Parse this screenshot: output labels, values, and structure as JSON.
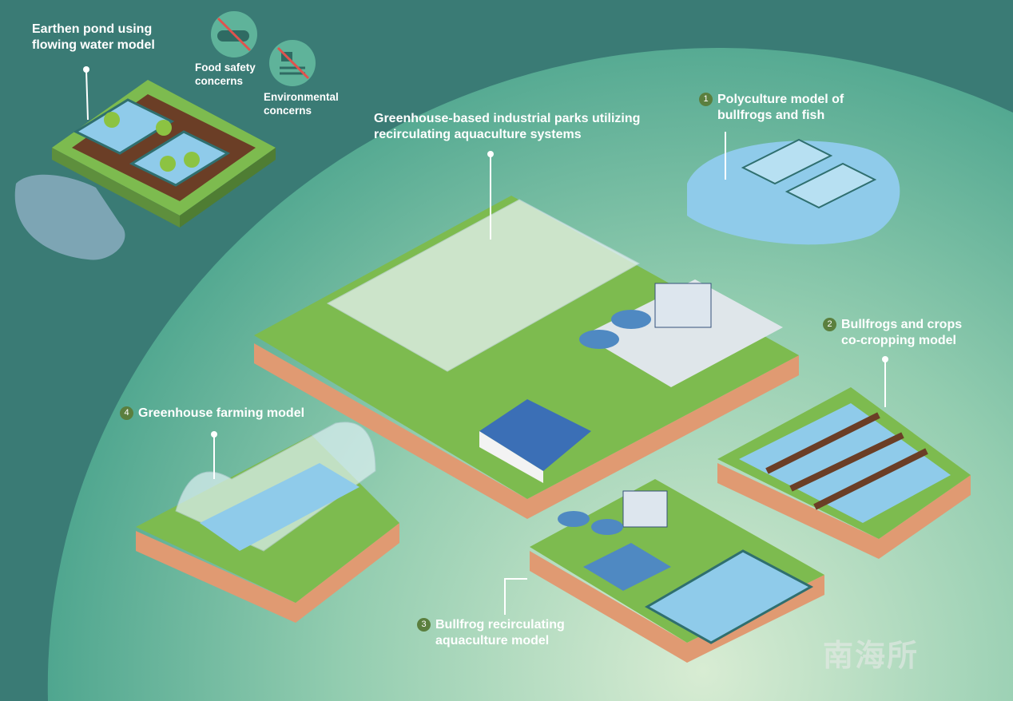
{
  "labels": {
    "earthen_pond": [
      "Earthen pond using",
      "flowing water model"
    ],
    "food_safety": [
      "Food safety",
      "concerns"
    ],
    "environmental": [
      "Environmental",
      "concerns"
    ],
    "greenhouse_parks": [
      "Greenhouse-based industrial parks utilizing",
      "recirculating aquaculture systems"
    ],
    "polyculture": {
      "num": "1",
      "lines": [
        "Polyculture model of",
        "bullfrogs and fish"
      ]
    },
    "crops": {
      "num": "2",
      "lines": [
        "Bullfrogs and crops",
        "co-cropping model"
      ]
    },
    "recirculating": {
      "num": "3",
      "lines": [
        "Bullfrog recirculating",
        "aquaculture model"
      ]
    },
    "greenhouse_farming": {
      "num": "4",
      "lines": [
        "Greenhouse farming model"
      ]
    }
  },
  "watermark": "南海所",
  "colors": {
    "background": "#3a7b75",
    "grass": "#7dbb4f",
    "soil": "#e09a72",
    "water": "#8fcbea",
    "badge": "#5b7f3e"
  }
}
